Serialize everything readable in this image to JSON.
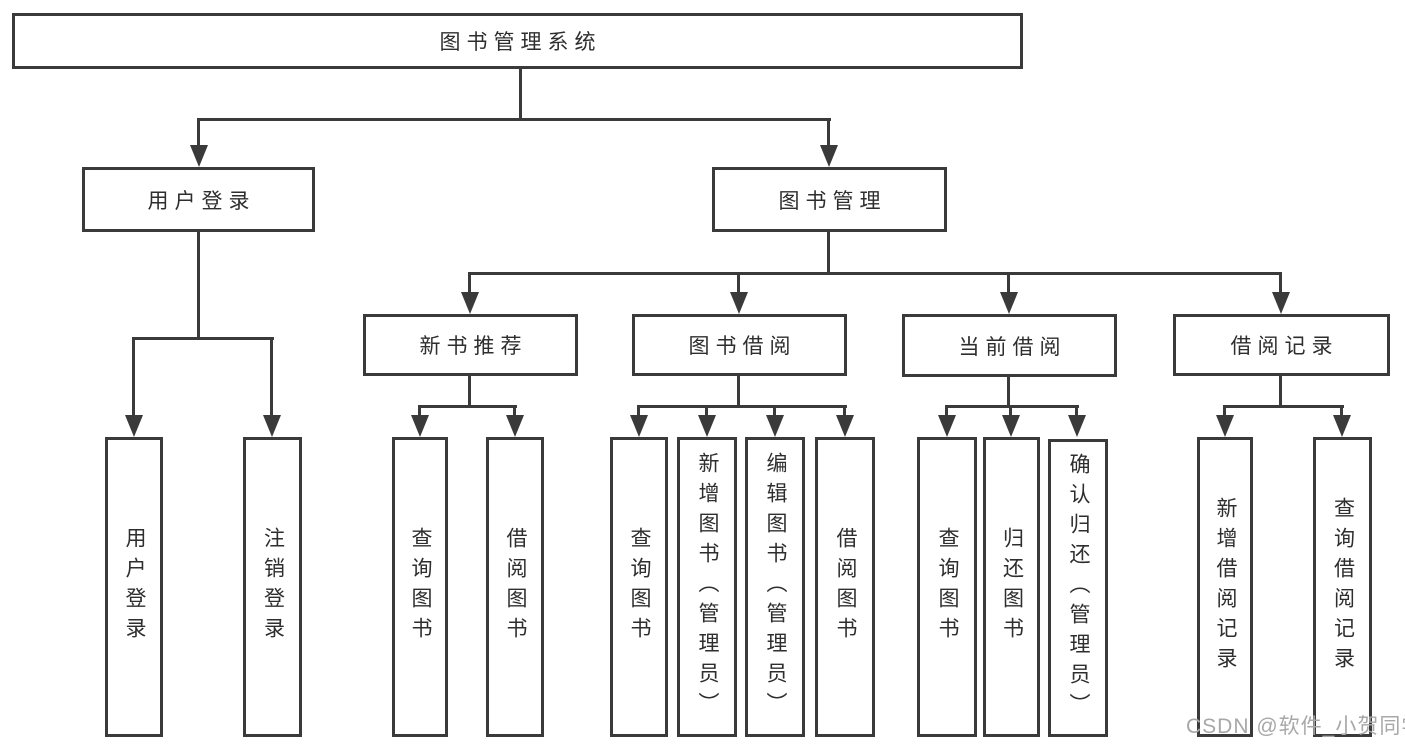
{
  "diagram": {
    "root": {
      "label": "图书管理系统"
    },
    "branches": [
      {
        "label": "用户登录",
        "children": [
          {
            "label": "用户登录"
          },
          {
            "label": "注销登录"
          }
        ]
      },
      {
        "label": "图书管理",
        "children": [
          {
            "label": "新书推荐",
            "children": [
              {
                "label": "查询图书"
              },
              {
                "label": "借阅图书"
              }
            ]
          },
          {
            "label": "图书借阅",
            "children": [
              {
                "label": "查询图书"
              },
              {
                "label": "新增图书（管理员）"
              },
              {
                "label": "编辑图书（管理员）"
              },
              {
                "label": "借阅图书"
              }
            ]
          },
          {
            "label": "当前借阅",
            "children": [
              {
                "label": "查询图书"
              },
              {
                "label": "归还图书"
              },
              {
                "label": "确认归还（管理员）"
              }
            ]
          },
          {
            "label": "借阅记录",
            "children": [
              {
                "label": "新增借阅记录"
              },
              {
                "label": "查询借阅记录"
              }
            ]
          }
        ]
      }
    ]
  },
  "watermark": {
    "text": "CSDN @软件_小贺同学"
  },
  "colors": {
    "line": "#3a3a3a",
    "text": "#2e2e2e",
    "background": "#ffffff",
    "watermark": "#a8a8a8"
  }
}
